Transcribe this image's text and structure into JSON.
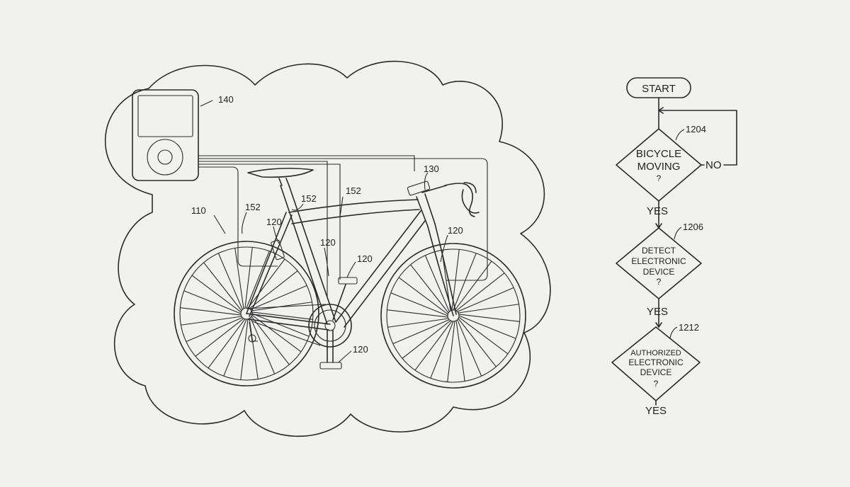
{
  "colors": {
    "background": "#f1f1f0",
    "ink": "#2a2a2a"
  },
  "labels": {
    "ref_140": "140",
    "ref_110": "110",
    "ref_130": "130",
    "ref_152a": "152",
    "ref_152b": "152",
    "ref_152c": "152",
    "ref_120_seatstay": "120",
    "ref_120_seattube": "120",
    "ref_120_pedal_top": "120",
    "ref_120_fork": "120",
    "ref_120_crank": "120"
  },
  "flowchart": {
    "start": "START",
    "d1": {
      "ref": "1204",
      "lines": [
        "BICYCLE",
        "MOVING",
        "?"
      ]
    },
    "no": "NO",
    "yes1": "YES",
    "d2": {
      "ref": "1206",
      "lines": [
        "DETECT",
        "ELECTRONIC",
        "DEVICE",
        "?"
      ]
    },
    "yes2": "YES",
    "d3": {
      "ref": "1212",
      "lines": [
        "AUTHORIZED",
        "ELECTRONIC",
        "DEVICE",
        "?"
      ]
    },
    "yes3": "YES"
  }
}
